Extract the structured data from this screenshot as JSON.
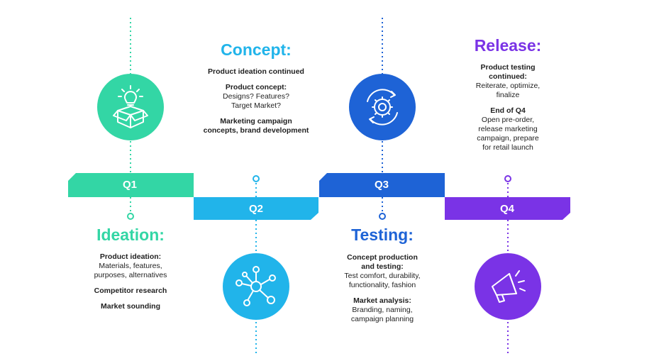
{
  "colors": {
    "q1": "#33d6a5",
    "q2": "#21b4ea",
    "q3": "#1e63d6",
    "q4": "#7a33e6",
    "text": "#1f1f1f"
  },
  "quarters": [
    {
      "label": "Q1",
      "title": "Ideation:",
      "icon": "lightbulb-box-icon"
    },
    {
      "label": "Q2",
      "title": "Concept:",
      "icon": "network-nodes-icon"
    },
    {
      "label": "Q3",
      "title": "Testing:",
      "icon": "gear-cycle-icon"
    },
    {
      "label": "Q4",
      "title": "Release:",
      "icon": "megaphone-icon"
    }
  ],
  "blocks": {
    "q1": [
      {
        "heading": "Product ideation:",
        "body": [
          "Materials, features,",
          "purposes, alternatives"
        ]
      },
      {
        "heading": "Competitor research",
        "body": []
      },
      {
        "heading": "Market sounding",
        "body": []
      }
    ],
    "q2": [
      {
        "heading": "Product ideation continued",
        "body": []
      },
      {
        "heading": "Product concept:",
        "body": [
          "Designs? Features?",
          "Target Market?"
        ]
      },
      {
        "heading": "Marketing campaign concepts, brand development",
        "body": []
      }
    ],
    "q3": [
      {
        "heading": "Concept production and testing:",
        "body": [
          "Test comfort, durability,",
          "functionality, fashion"
        ]
      },
      {
        "heading": "Market analysis:",
        "body": [
          "Branding, naming,",
          "campaign planning"
        ]
      }
    ],
    "q4": [
      {
        "heading": "Product testing continued:",
        "body": [
          "Reiterate, optimize,",
          "finalize"
        ]
      },
      {
        "heading": "End of Q4",
        "body": [
          "Open pre-order,",
          "release marketing",
          "campaign, prepare",
          "for retail launch"
        ]
      }
    ]
  }
}
